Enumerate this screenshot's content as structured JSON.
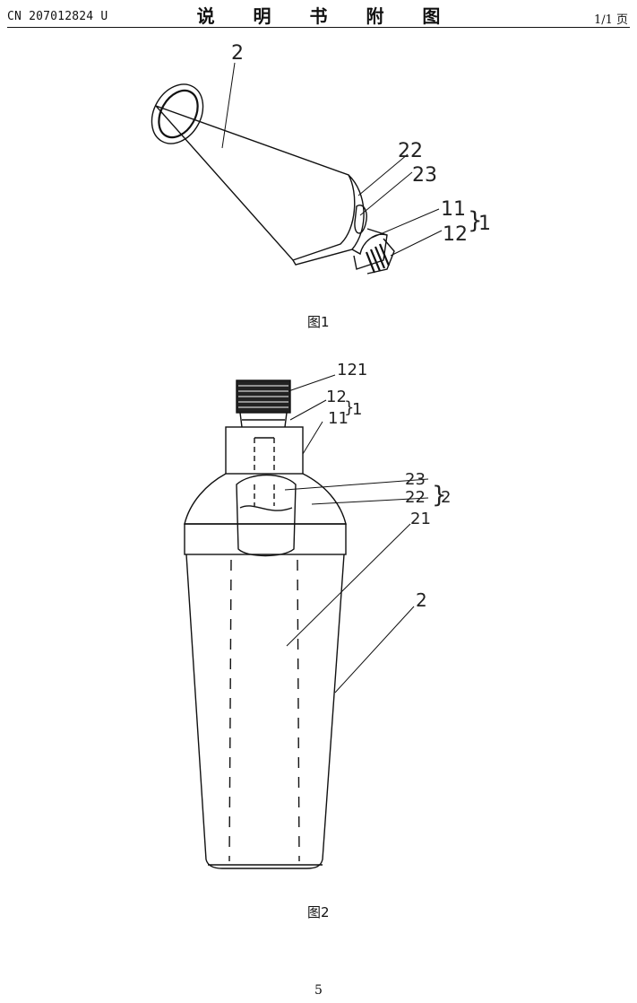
{
  "header": {
    "publication_number": "CN 207012824 U",
    "document_title": "说 明 书 附 图",
    "page_of": "1/1 页"
  },
  "figure1": {
    "caption": "图1",
    "labels": {
      "l2": "2",
      "l22": "22",
      "l23": "23",
      "l11": "11",
      "l12": "12",
      "brace_group": "1"
    }
  },
  "figure2": {
    "caption": "图2",
    "labels": {
      "l121": "121",
      "l12": "12",
      "l11": "11",
      "brace_group1": "1",
      "l23": "23",
      "l22": "22",
      "brace_group2": "2",
      "l21": "21",
      "l2": "2"
    }
  },
  "footer": {
    "page_number": "5"
  }
}
